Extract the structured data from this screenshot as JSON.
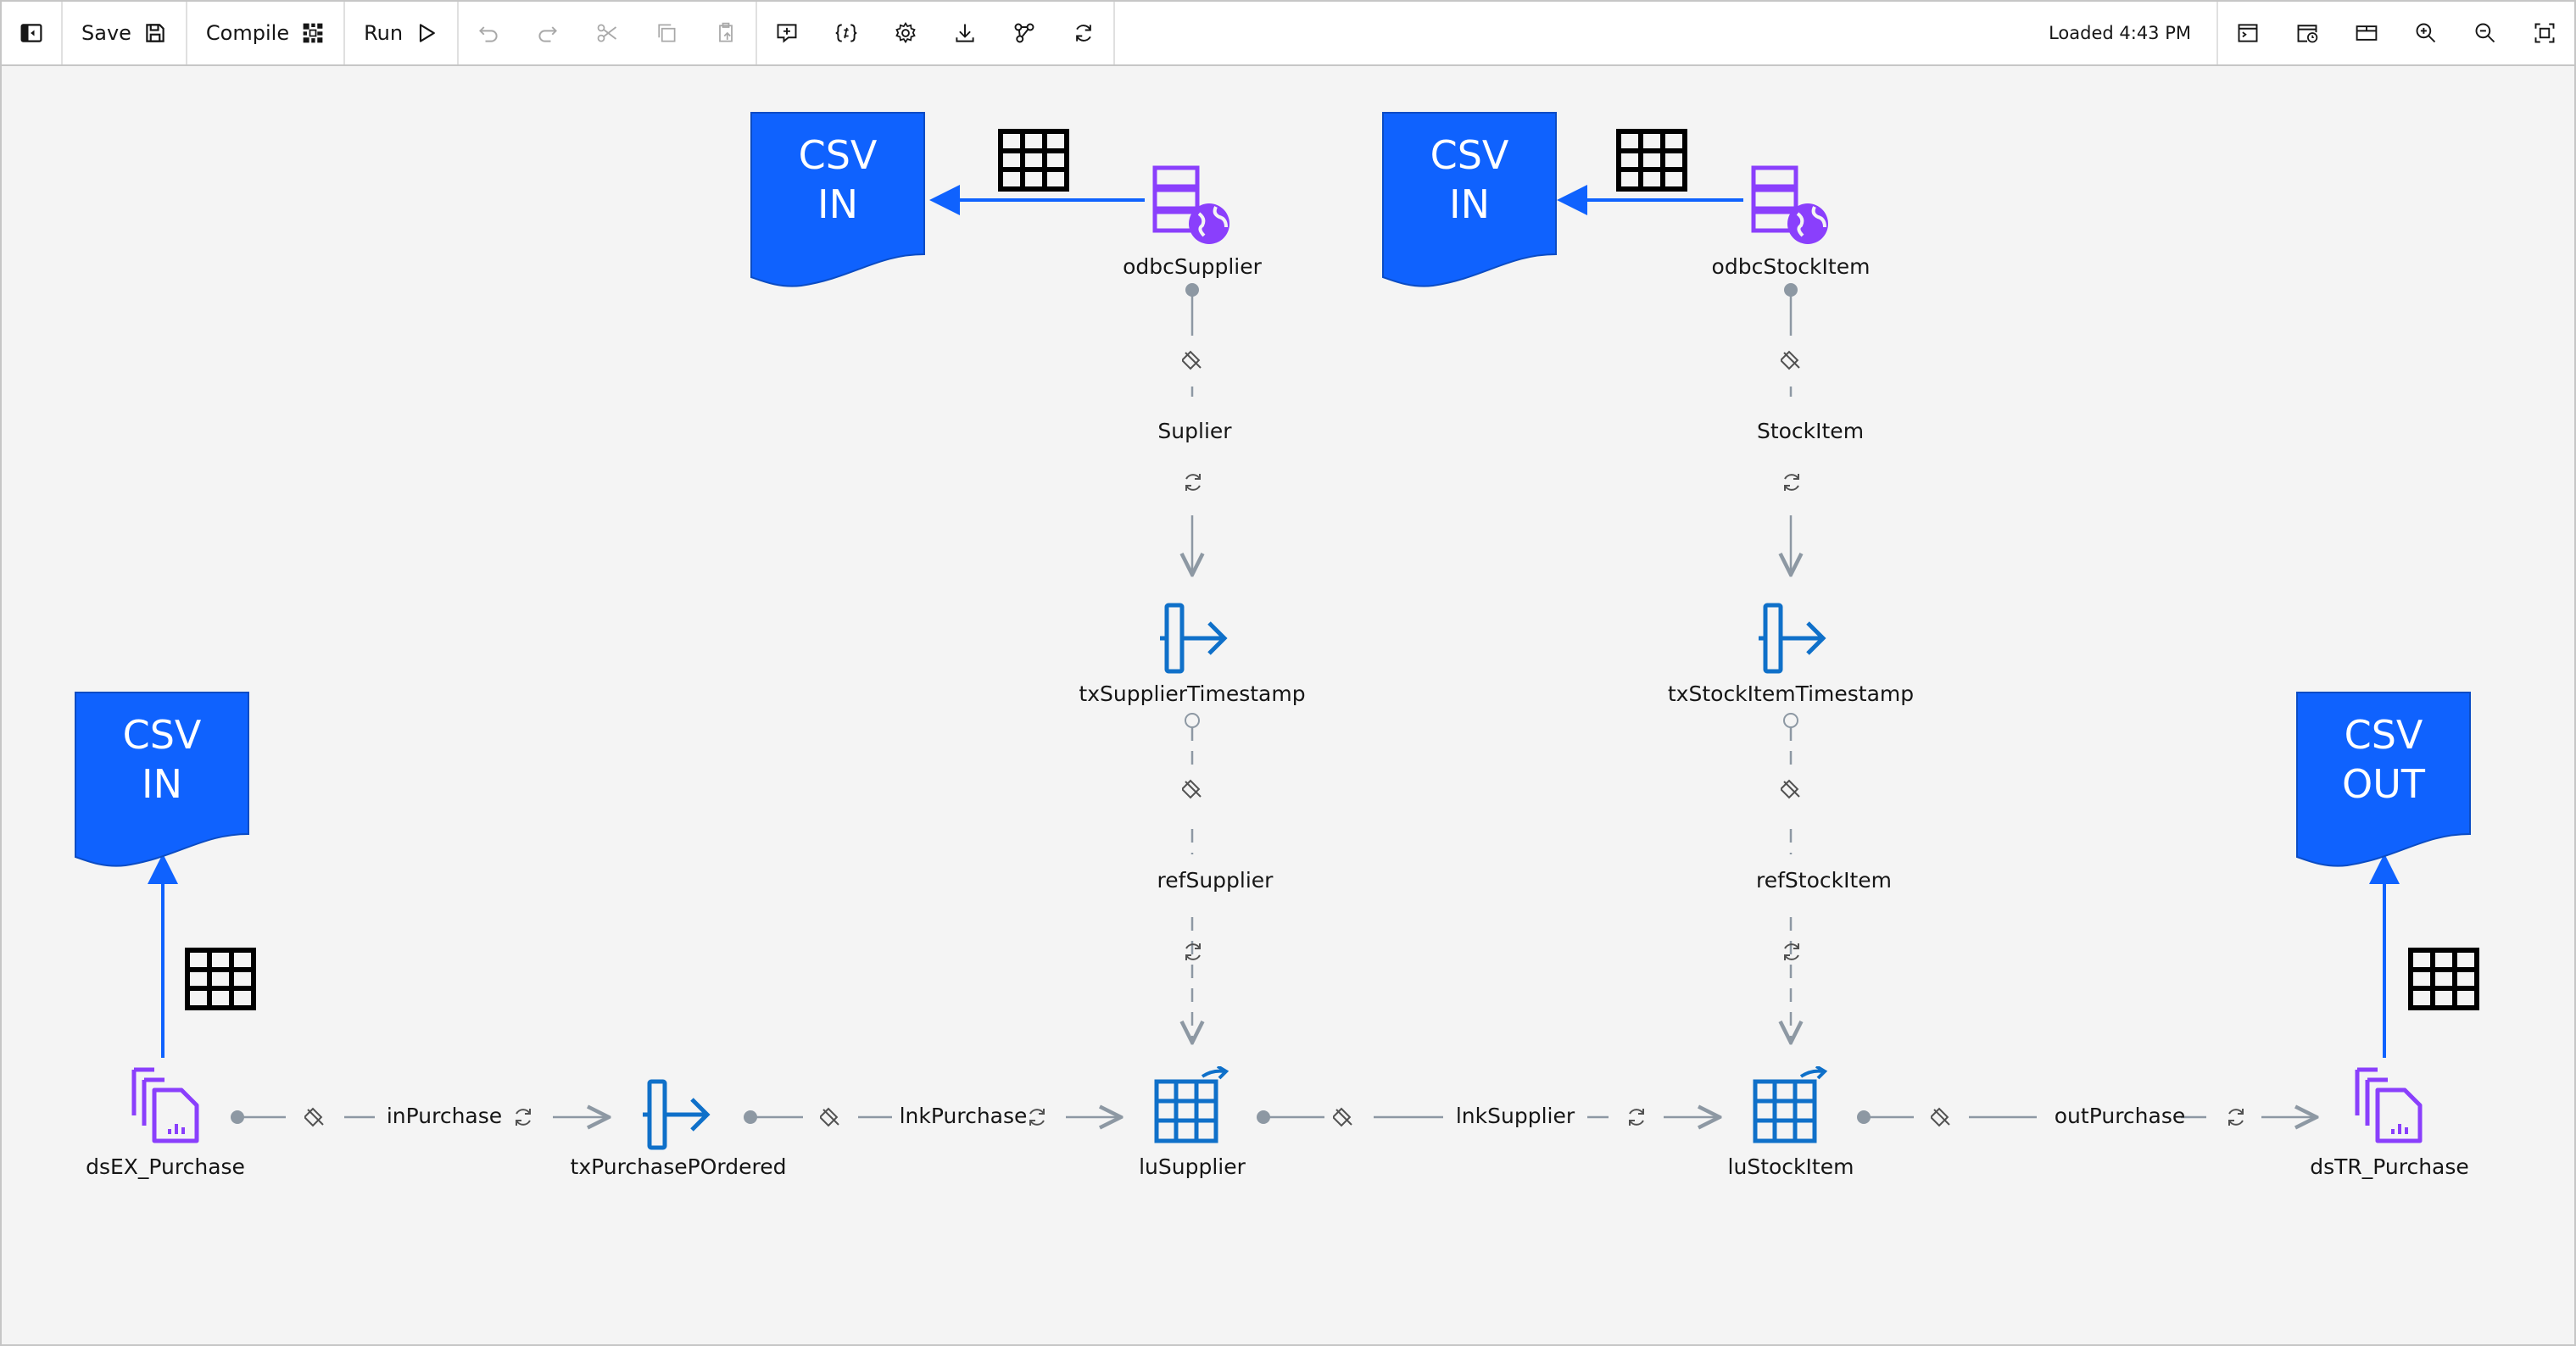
{
  "toolbar": {
    "save_label": "Save",
    "compile_label": "Compile",
    "run_label": "Run",
    "loaded_text": "Loaded 4:43 PM"
  },
  "flow": {
    "stages": {
      "csv_in_supplier": {
        "line1": "CSV",
        "line2": "IN"
      },
      "csv_in_stockitem": {
        "line1": "CSV",
        "line2": "IN"
      },
      "csv_in_purchase": {
        "line1": "CSV",
        "line2": "IN"
      },
      "csv_out_purchase": {
        "line1": "CSV",
        "line2": "OUT"
      },
      "odbcSupplier": "odbcSupplier",
      "odbcStockItem": "odbcStockItem",
      "txSupplierTimestamp": "txSupplierTimestamp",
      "txStockItemTimestamp": "txStockItemTimestamp",
      "dsEX_Purchase": "dsEX_Purchase",
      "txPurchasePOrdered": "txPurchasePOrdered",
      "luSupplier": "luSupplier",
      "luStockItem": "luStockItem",
      "dsTR_Purchase": "dsTR_Purchase"
    },
    "links": {
      "Suplier": "Suplier",
      "StockItem": "StockItem",
      "refSupplier": "refSupplier",
      "refStockItem": "refStockItem",
      "inPurchase": "inPurchase",
      "lnkPurchase": "lnkPurchase",
      "lnkSupplier": "lnkSupplier",
      "outPurchase": "outPurchase"
    }
  },
  "colors": {
    "csv_blue": "#0f62fe",
    "stage_blue": "#0f70c9",
    "purple": "#8a3ffc",
    "link_gray": "#8d98a3"
  }
}
